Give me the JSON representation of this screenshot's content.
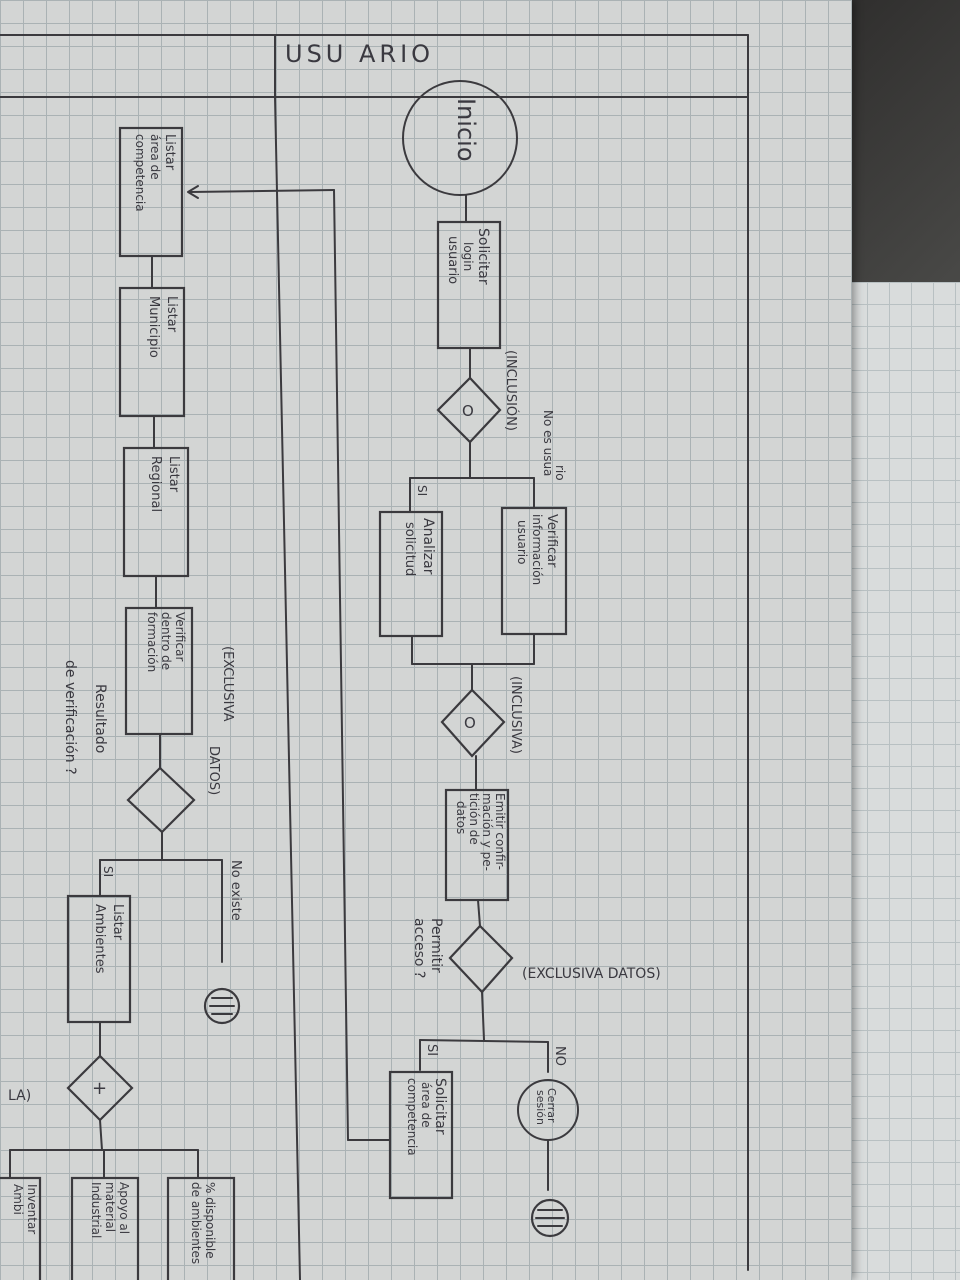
{
  "lane": {
    "title": "USU ARIO"
  },
  "nodes": {
    "start": "Inicio",
    "solicitar_login": [
      "Solicitar",
      "login",
      "usuario"
    ],
    "gateway_incl_1": "O",
    "gateway_incl_1_label": "(INCLUSIÓN)",
    "no_es_usuario": [
      "No es usua",
      "rio"
    ],
    "verificar_info": [
      "Verificar",
      "información",
      "usuario"
    ],
    "si_1": "SI",
    "analizar": [
      "Analizar",
      "solicitud"
    ],
    "gateway_incl_2": "O",
    "gateway_incl_2_label": "(INCLUSIVA)",
    "emitir_confirmacion": [
      "Emitir confir-",
      "mación y pe-",
      "tición de",
      "datos"
    ],
    "permitir_acceso": [
      "Permitir",
      "acceso ?"
    ],
    "excl_datos_1": "(EXCLUSIVA DATOS)",
    "no_1": "NO",
    "cerrar_sesion": [
      "Cerrar",
      "sesión"
    ],
    "si_2": "SI",
    "solicitar_area": [
      "Solicitar",
      "área de",
      "competencia"
    ],
    "listar_area": [
      "Listar",
      "área de",
      "competencia"
    ],
    "listar_municipio": [
      "Listar",
      "Municipio"
    ],
    "listar_regional": [
      "Listar",
      "Regional"
    ],
    "verificar_formacion": [
      "Verificar",
      "dentro de",
      "formación"
    ],
    "excl_datos_2": [
      "(EXCLUSIVA",
      "DATOS)"
    ],
    "resultado": [
      "Resultado",
      "de verificación ?"
    ],
    "no_existe": "No existe",
    "si_3": "SI",
    "listar_ambientes": [
      "Listar",
      "Ambientes"
    ],
    "gateway_plus": "+",
    "la_fragment": "LA)",
    "pct_disponible": [
      "% disponible",
      "de ambientes"
    ],
    "apoyo_material": [
      "Apoyo al",
      "material",
      "Industrial"
    ],
    "frag_bottom": [
      "Inventar",
      "Ambi"
    ]
  }
}
